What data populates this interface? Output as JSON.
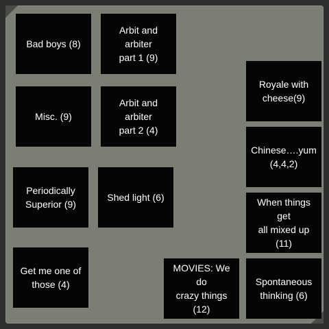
{
  "colors": {
    "background": "#7b7f73",
    "tile": "#050505",
    "tile_text": "#ffffff"
  },
  "tiles": {
    "bad_boys": "Bad boys (8)",
    "arbit_1": "Arbit and arbiter\npart 1 (9)",
    "misc": "Misc. (9)",
    "arbit_2": "Arbit and arbiter\npart 2 (4)",
    "periodically": "Periodically\nSuperior (9)",
    "shed_light": "Shed light (6)",
    "get_me": "Get me one of\nthose (4)",
    "movies": "MOVIES: We do\ncrazy things (12)",
    "royale": "Royale with\ncheese(9)",
    "chinese": "Chinese….yum\n(4,4,2)",
    "mixed_up": "When things get\nall mixed up (11)",
    "spontaneous": "Spontaneous\nthinking (6)"
  }
}
